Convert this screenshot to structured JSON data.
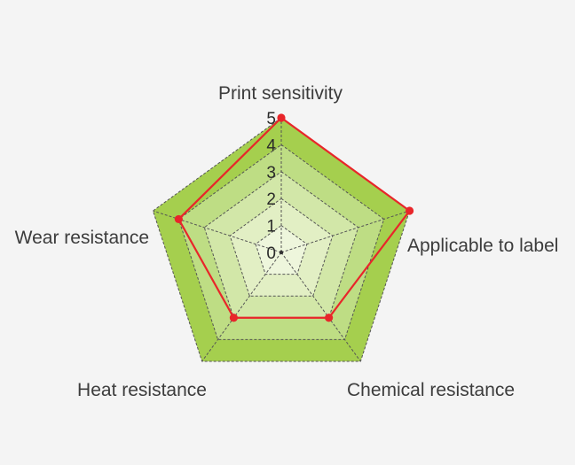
{
  "chart_data": {
    "type": "radar",
    "axes": [
      "Print sensitivity",
      "Applicable to label",
      "Chemical resistance",
      "Heat resistance",
      "Wear resistance"
    ],
    "series": [
      {
        "values": [
          5,
          5,
          3,
          3,
          4
        ],
        "color": "#e8262a"
      }
    ],
    "rlim": [
      0,
      5
    ],
    "ticks": [
      "0",
      "1",
      "2",
      "3",
      "4",
      "5"
    ],
    "ring_colors": [
      "#eef6dc",
      "#e2efc4",
      "#d2e7a8",
      "#bedd84",
      "#a5cf4e"
    ],
    "grid": true,
    "grid_color": "#555555"
  }
}
